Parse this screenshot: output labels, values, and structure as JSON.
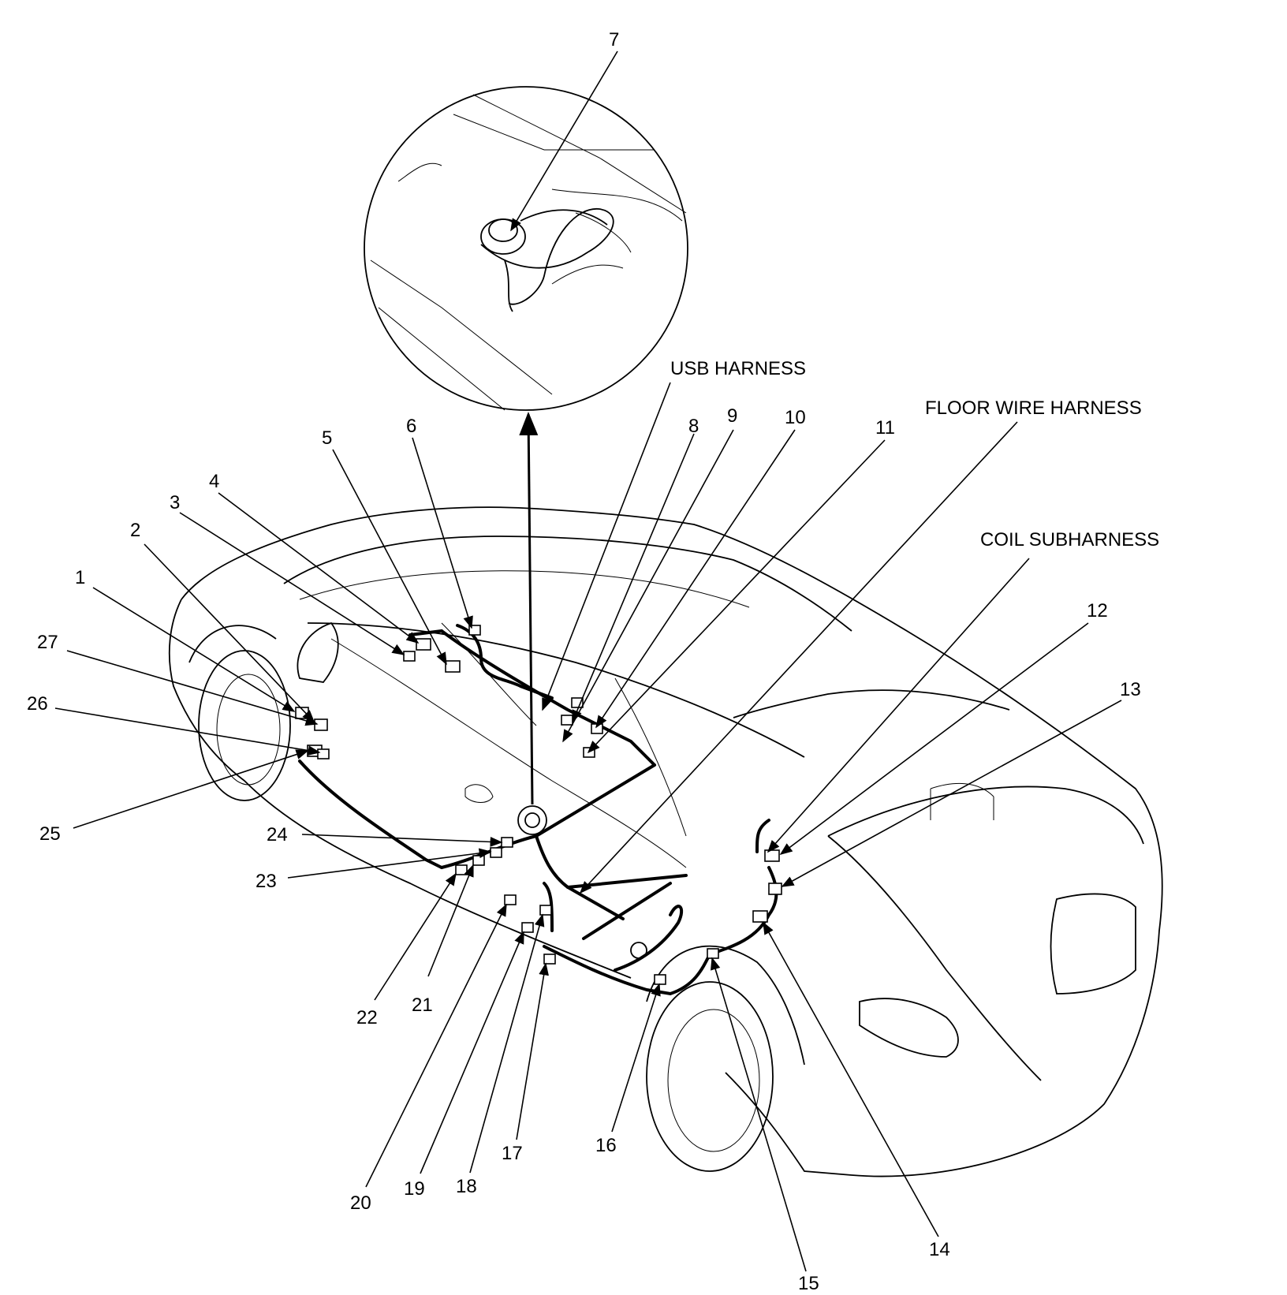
{
  "labels": {
    "usb_harness": "USB HARNESS",
    "floor_wire_harness": "FLOOR WIRE HARNESS",
    "coil_subharness": "COIL SUBHARNESS"
  },
  "callouts": {
    "n1": "1",
    "n2": "2",
    "n3": "3",
    "n4": "4",
    "n5": "5",
    "n6": "6",
    "n7": "7",
    "n8": "8",
    "n9": "9",
    "n10": "10",
    "n11": "11",
    "n12": "12",
    "n13": "13",
    "n14": "14",
    "n15": "15",
    "n16": "16",
    "n17": "17",
    "n18": "18",
    "n19": "19",
    "n20": "20",
    "n21": "21",
    "n22": "22",
    "n23": "23",
    "n24": "24",
    "n25": "25",
    "n26": "26",
    "n27": "27"
  }
}
